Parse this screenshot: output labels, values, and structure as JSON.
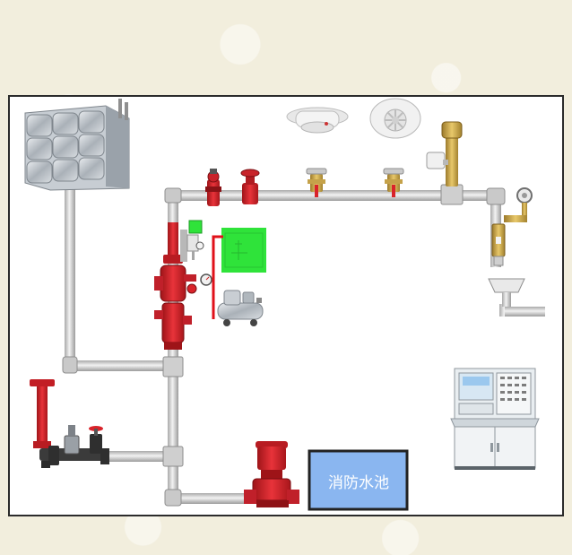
{
  "diagram": {
    "components": {
      "water_tank": "stainless-water-tank",
      "smoke_detector": "smoke-detector",
      "heat_detector": "heat-detector",
      "signal_valve_1": "signal-butterfly-valve",
      "signal_valve_2": "gate-valve",
      "sprinkler_1": "sprinkler-head",
      "sprinkler_2": "sprinkler-head",
      "exhaust_valve": "automatic-exhaust-valve",
      "test_device": "end-test-device",
      "alarm_valve": "dry-pipe-alarm-valve",
      "air_compressor": "air-compressor",
      "control_box": "control-box",
      "pump_adapter": "pump-adapter",
      "fire_pump": "fire-pump",
      "control_cabinet": "fire-control-cabinet"
    },
    "pool": {
      "label": "消防水池"
    }
  },
  "colors": {
    "pipe": "#d4d4d4",
    "pipe_edge": "#9a9a9a",
    "red": "#d8232a",
    "green": "#2fe33a",
    "pool_fill": "#8ab6f0",
    "pool_border": "#222222"
  }
}
